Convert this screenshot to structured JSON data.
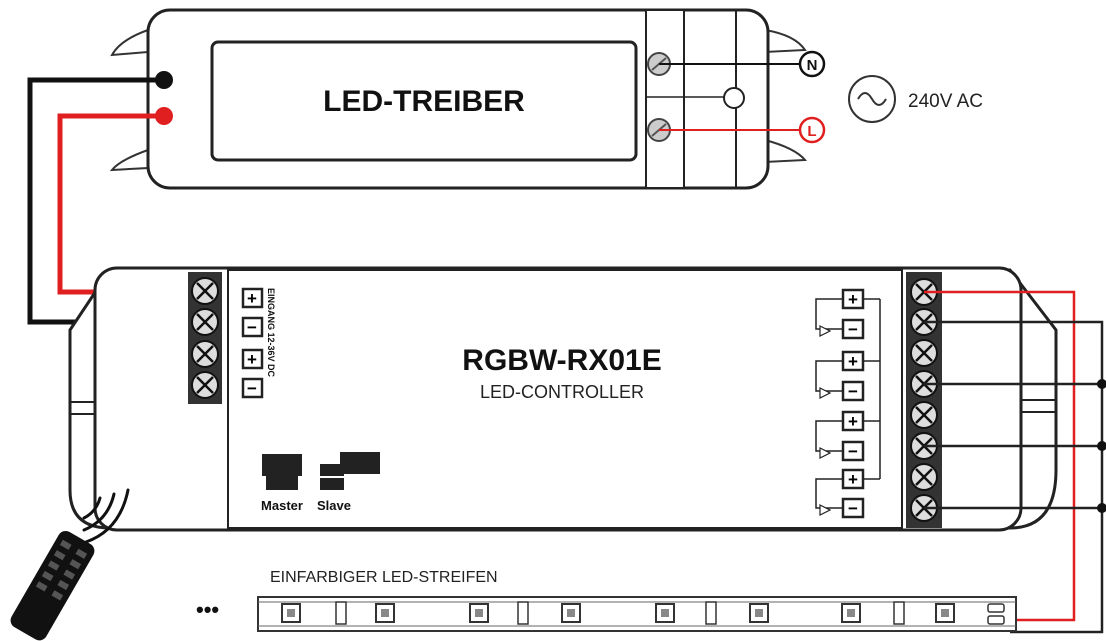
{
  "driver": {
    "title": "LED-TREIBER"
  },
  "mains": {
    "voltage": "240V AC",
    "neutral_symbol": "N",
    "line_symbol": "L"
  },
  "controller": {
    "model": "RGBW-RX01E",
    "subtitle": "LED-CONTROLLER",
    "input_label": "EINGANG 12-36V DC",
    "input_polarity": [
      "+",
      "−",
      "+",
      "−"
    ],
    "output_polarity": [
      "+",
      "−",
      "+",
      "−",
      "+",
      "−",
      "+",
      "−"
    ],
    "master_label": "Master",
    "slave_label": "Slave"
  },
  "strip": {
    "label": "EINFARBIGER LED-STREIFEN",
    "ellipsis": "•••"
  },
  "colors": {
    "positive_wire": "#e02020",
    "negative_wire": "#111111",
    "outline": "#222222",
    "device_fill": "#ffffff",
    "terminal_fill": "#333333"
  }
}
